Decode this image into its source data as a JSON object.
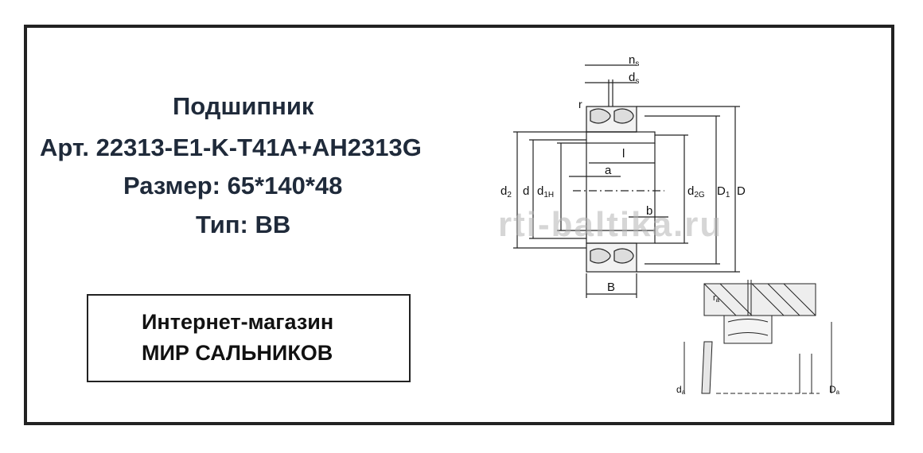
{
  "product": {
    "title": "Подшипник",
    "article": "Арт.  22313-E1-K-T41A+AH2313G",
    "size": "Размер:  65*140*48",
    "type": "Тип:  BB"
  },
  "shop": {
    "line1": "Интернет-магазин",
    "line2": "МИР САЛЬНИКОВ"
  },
  "watermark": "rti-baltika.ru",
  "drawing": {
    "labels": {
      "ns": "n",
      "ns_sub": "s",
      "ds": "d",
      "ds_sub": "s",
      "r": "r",
      "l": "l",
      "a": "a",
      "b": "b",
      "B": "B",
      "d2": "d",
      "d2_sub": "2",
      "d": "d",
      "d1H": "d",
      "d1H_sub": "1H",
      "d2G": "d",
      "d2G_sub": "2G",
      "D1": "D",
      "D1_sub": "1",
      "D": "D",
      "ra": "r",
      "ra_sub": "a",
      "da": "d",
      "da_sub": "a",
      "Da": "D",
      "Da_sub": "a"
    }
  }
}
